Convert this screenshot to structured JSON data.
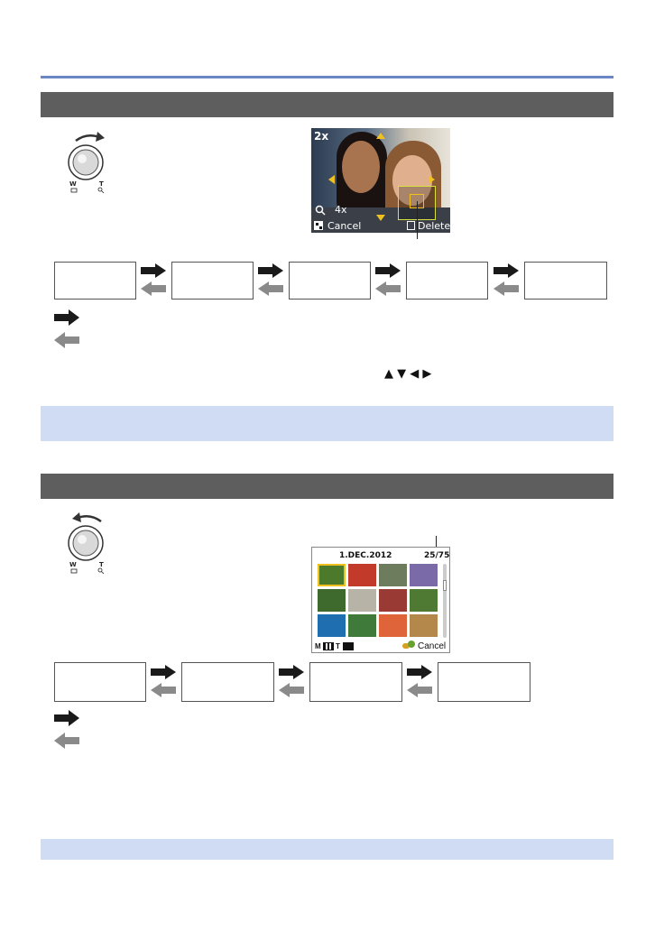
{
  "zoom": {
    "screen_zoom_level": "2x",
    "zoom_readout": "4x",
    "cancel_label": "Cancel",
    "delete_label": "Delete"
  },
  "thumbnails": {
    "date": "1.DEC.2012",
    "counter": "25/75",
    "cancel_label": "Cancel",
    "mode_m": "M",
    "mode_t": "T"
  },
  "dial": {
    "wide": "W",
    "tele": "T"
  },
  "direction_keys": {
    "up": "▲",
    "down": "▼",
    "left": "◀",
    "right": "▶"
  },
  "colors": {
    "header_bar": "#5f5e5e",
    "info_band": "#cfdcf3",
    "rule": "#6b86c4",
    "arrow_forward": "#1a1a1a",
    "arrow_back": "#8a8a8a",
    "highlight": "#f0c020"
  }
}
